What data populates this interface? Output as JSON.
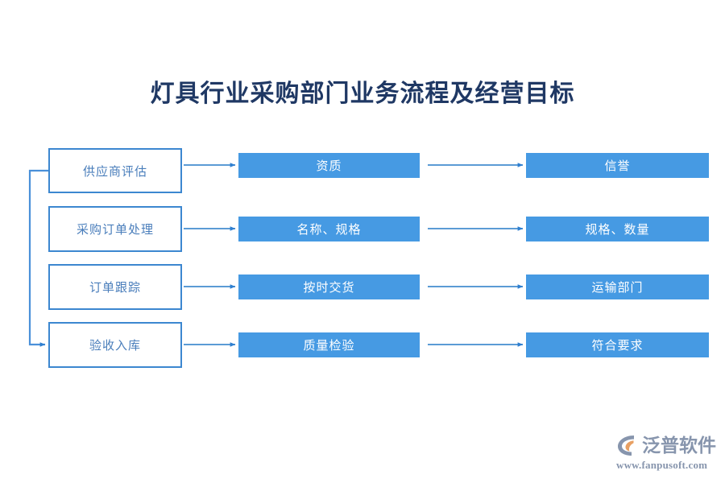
{
  "title": "灯具行业采购部门业务流程及经营目标",
  "colors": {
    "title_text": "#1f3864",
    "box_border": "#3c87d0",
    "box_text": "#4a7ebb",
    "bar_fill": "#469ae3",
    "bar_text": "#ffffff",
    "connector": "#4a90d9",
    "logo_text": "#8795ad",
    "logo_accent": "#e8a063",
    "background": "#ffffff"
  },
  "rows": [
    {
      "stage": "供应商评估",
      "middle": "资质",
      "right": "信誉"
    },
    {
      "stage": "采购订单处理",
      "middle": "名称、规格",
      "right": "规格、数量"
    },
    {
      "stage": "订单跟踪",
      "middle": "按时交货",
      "right": "运输部门"
    },
    {
      "stage": "验收入库",
      "middle": "质量检验",
      "right": "符合要求"
    }
  ],
  "logo": {
    "name": "泛普软件",
    "url": "www.fanpusoft.com"
  }
}
